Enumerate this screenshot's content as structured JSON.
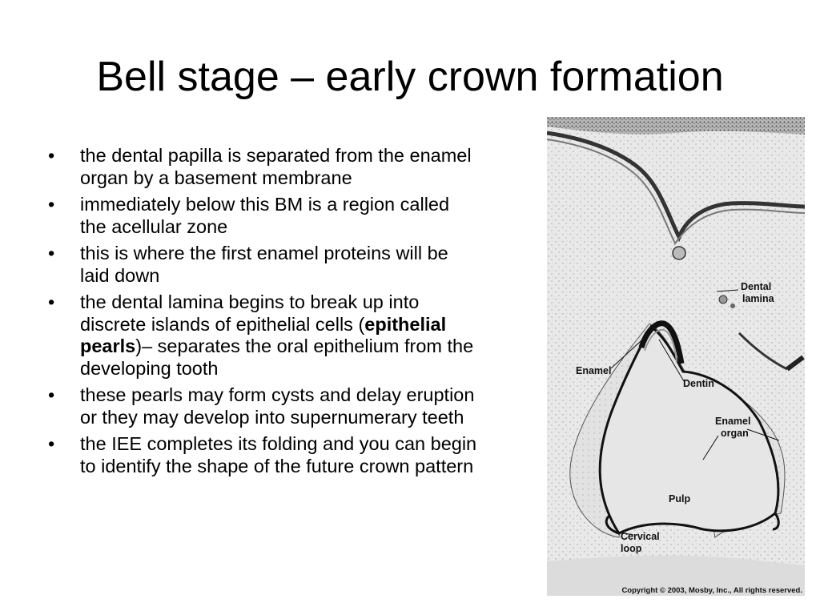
{
  "slide": {
    "title": "Bell stage – early crown formation",
    "bullets": [
      {
        "parts": [
          {
            "text": "the dental papilla is separated from the enamel organ by a basement membrane"
          }
        ]
      },
      {
        "parts": [
          {
            "text": "immediately below this BM is a region called the acellular zone"
          }
        ]
      },
      {
        "parts": [
          {
            "text": "this is where the first enamel proteins will be laid down"
          }
        ]
      },
      {
        "parts": [
          {
            "text": "the dental lamina begins to break up into discrete islands of epithelial cells ("
          },
          {
            "text": "epithelial pearls",
            "bold": true
          },
          {
            "text": ")– separates the oral epithelium from the developing tooth"
          }
        ]
      },
      {
        "parts": [
          {
            "text": "these pearls may form cysts and delay eruption or they may develop into supernumerary teeth"
          }
        ]
      },
      {
        "parts": [
          {
            "text": "the IEE completes its folding and you can begin to identify the shape of the future crown pattern"
          }
        ]
      }
    ],
    "bullet_symbol": "•"
  },
  "figure": {
    "labels": {
      "dental_lamina": [
        "Dental",
        "lamina"
      ],
      "enamel": "Enamel",
      "dentin": "Dentin",
      "enamel_organ": [
        "Enamel",
        "organ"
      ],
      "pulp": "Pulp",
      "cervical_loop": [
        "Cervical",
        "loop"
      ]
    },
    "copyright": "Copyright © 2003, Mosby, Inc., All rights reserved."
  }
}
